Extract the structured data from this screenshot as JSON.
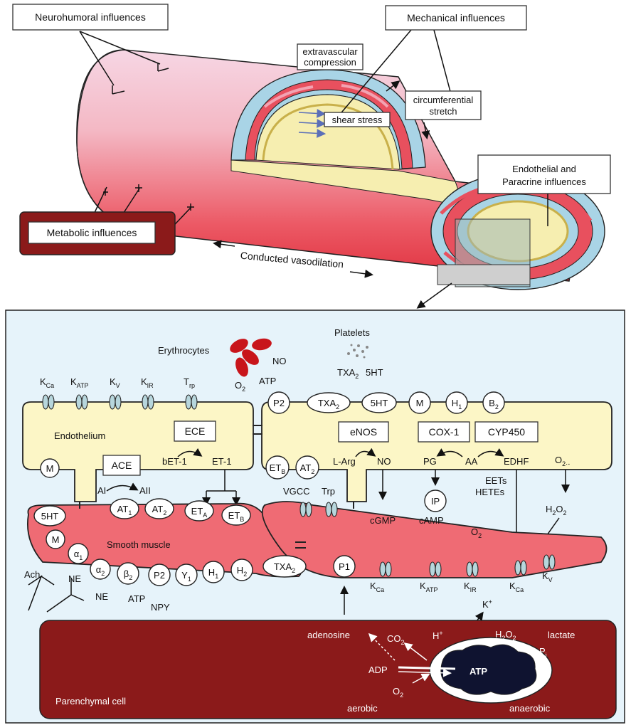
{
  "top": {
    "neurohumoral": "Neurohumoral influences",
    "mechanical": "Mechanical influences",
    "extravascular_1": "extravascular",
    "extravascular_2": "compression",
    "circumferential_1": "circumferential",
    "circumferential_2": "stretch",
    "shear_stress": "shear stress",
    "endothelial_1": "Endothelial and",
    "endothelial_2": "Paracrine influences",
    "metabolic": "Metabolic influences",
    "conducted": "Conducted vasodilation"
  },
  "bottom": {
    "erythrocytes": "Erythrocytes",
    "no_top": "NO",
    "atp_top": "ATP",
    "o2_top": "O",
    "platelets": "Platelets",
    "txa2_plat": "TXA",
    "sht_plat": "5HT",
    "endothelium": "Endothelium",
    "ece": "ECE",
    "bet1": "bET-1",
    "et1": "ET-1",
    "ace": "ACE",
    "ai": "AI",
    "aii": "AII",
    "enos": "eNOS",
    "larg": "L-Arg",
    "no_mid": "NO",
    "cox1": "COX-1",
    "cyp450": "CYP450",
    "pg": "PG",
    "aa": "AA",
    "edhf": "EDHF",
    "o2_radical": "O",
    "eets": "EETs",
    "hetes": "HETEs",
    "h2o2_mid": "H",
    "vgcc": "VGCC",
    "trp_mid": "Trp",
    "ip": "IP",
    "cgmp": "cGMP",
    "camp": "cAMP",
    "o2_muscle": "O",
    "smooth_muscle": "Smooth muscle",
    "ach": "Ach",
    "ne1": "NE",
    "ne2": "NE",
    "atp_bot": "ATP",
    "npy": "NPY",
    "p1": "P1",
    "kplus": "K",
    "adenosine": "adenosine",
    "co2": "CO",
    "hplus": "H",
    "h2o2_bot": "H",
    "lactate": "lactate",
    "pi": "P",
    "adp": "ADP",
    "atp_mito": "ATP",
    "o2_bot": "O",
    "parenchymal": "Parenchymal cell",
    "aerobic": "aerobic",
    "anaerobic": "anaerobic"
  },
  "receptors": {
    "p2": "P2",
    "txa2": "TXA",
    "sht": "5HT",
    "m": "M",
    "h1": "H",
    "b2": "B",
    "m_left": "M",
    "etb_endo": "ET",
    "at2_endo": "AT",
    "sht_sm": "5HT",
    "at1": "AT",
    "at2": "AT",
    "eta": "ET",
    "etb": "ET",
    "m_sm": "M",
    "a1": "α",
    "a2": "α",
    "b2_sm": "β",
    "p2_sm": "P2",
    "y1": "Y",
    "h1_sm": "H",
    "h2_sm": "H",
    "txa2_sm": "TXA"
  },
  "channels": {
    "kca": "K",
    "katp": "K",
    "kv": "K",
    "kir": "K",
    "trp": "T",
    "kca_sm": "K",
    "katp_sm": "K",
    "kir_sm": "K",
    "kca_sm2": "K",
    "kv_sm": "K"
  },
  "subs": {
    "two": "2",
    "one": "1",
    "A": "A",
    "B": "B",
    "Ca": "Ca",
    "ATP": "ATP",
    "V": "V",
    "IR": "IR",
    "rp": "rp",
    "i": "i",
    "plus": "+",
    "radical": "2·-"
  },
  "colors": {
    "vessel_red": "#e8404f",
    "vessel_light": "#f7d3e0",
    "endothelium_fill": "#fcf6c6",
    "smooth_muscle_fill": "#ef6b74",
    "parenchymal_fill": "#8b1a1a",
    "panel_bg": "#e6f3fa",
    "channel_fill": "#b7d6dc",
    "erythrocyte": "#c8151b"
  }
}
